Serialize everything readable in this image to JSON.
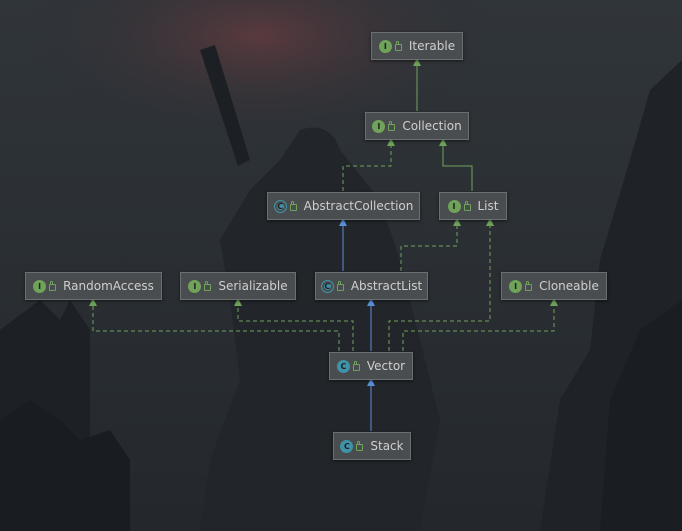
{
  "colors": {
    "interface_badge": "#6fa35a",
    "class_badge": "#3f93a8",
    "implements_edge": "#6fa35a",
    "extends_edge": "#5b8fd6",
    "node_fill": "#4a4d4f",
    "node_text": "#cfcfcf"
  },
  "nodes": [
    {
      "id": "iterable",
      "name": "Iterable",
      "kind": "interface",
      "badge": "I"
    },
    {
      "id": "collection",
      "name": "Collection",
      "kind": "interface",
      "badge": "I"
    },
    {
      "id": "abstract_collection",
      "name": "AbstractCollection",
      "kind": "abstract",
      "badge": "C"
    },
    {
      "id": "list",
      "name": "List",
      "kind": "interface",
      "badge": "I"
    },
    {
      "id": "random_access",
      "name": "RandomAccess",
      "kind": "interface",
      "badge": "I"
    },
    {
      "id": "serializable",
      "name": "Serializable",
      "kind": "interface",
      "badge": "I"
    },
    {
      "id": "abstract_list",
      "name": "AbstractList",
      "kind": "abstract",
      "badge": "C"
    },
    {
      "id": "cloneable",
      "name": "Cloneable",
      "kind": "interface",
      "badge": "I"
    },
    {
      "id": "vector",
      "name": "Vector",
      "kind": "class",
      "badge": "C"
    },
    {
      "id": "stack",
      "name": "Stack",
      "kind": "class",
      "badge": "C"
    }
  ],
  "edges": [
    {
      "from": "collection",
      "to": "iterable",
      "type": "extends-interface"
    },
    {
      "from": "abstract_collection",
      "to": "collection",
      "type": "implements"
    },
    {
      "from": "list",
      "to": "collection",
      "type": "extends-interface"
    },
    {
      "from": "abstract_list",
      "to": "abstract_collection",
      "type": "extends"
    },
    {
      "from": "abstract_list",
      "to": "list",
      "type": "implements"
    },
    {
      "from": "vector",
      "to": "abstract_list",
      "type": "extends"
    },
    {
      "from": "vector",
      "to": "list",
      "type": "implements"
    },
    {
      "from": "vector",
      "to": "random_access",
      "type": "implements"
    },
    {
      "from": "vector",
      "to": "serializable",
      "type": "implements"
    },
    {
      "from": "vector",
      "to": "cloneable",
      "type": "implements"
    },
    {
      "from": "stack",
      "to": "vector",
      "type": "extends"
    }
  ]
}
